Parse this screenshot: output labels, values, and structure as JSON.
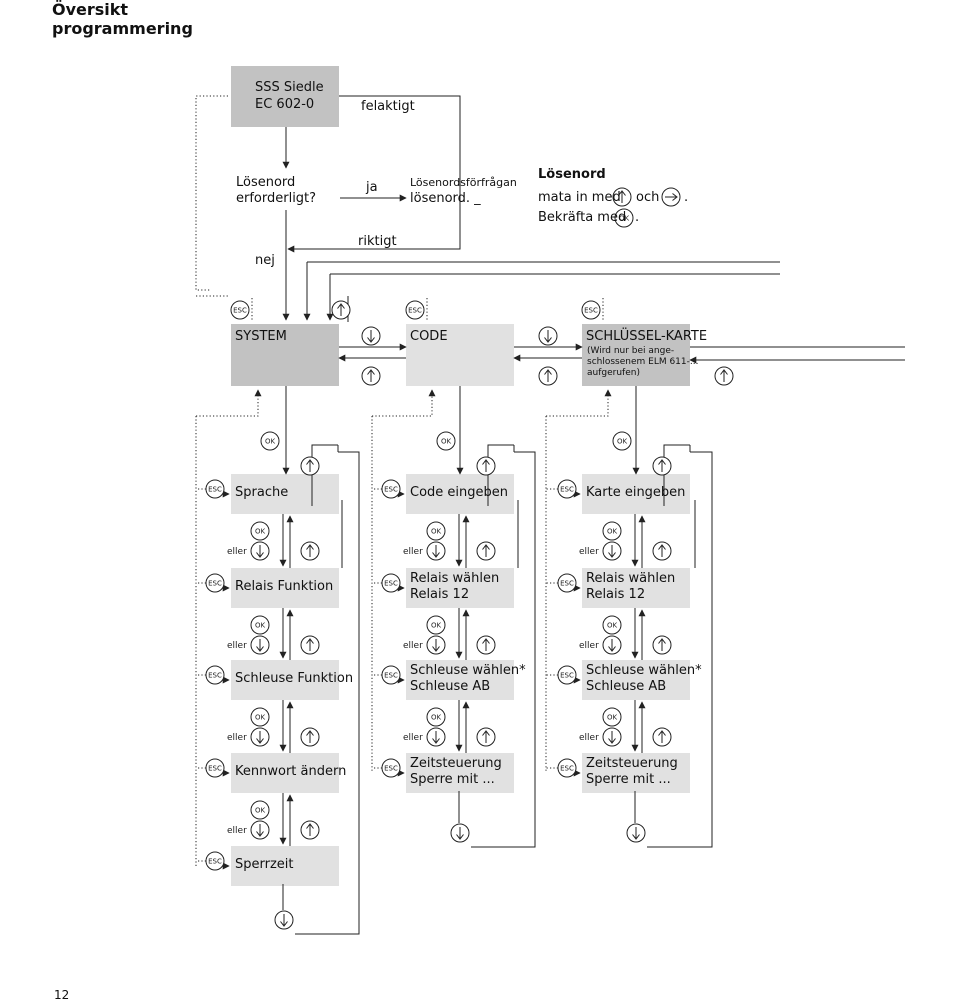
{
  "page": {
    "title_line1": "Översikt",
    "title_line2": "programmering",
    "page_number": "12"
  },
  "top": {
    "start_line1": "SSS Siedle",
    "start_line2": "EC 602-0",
    "felaktigt": "felaktigt",
    "question_line1": "Lösenord",
    "question_line2": "erforderligt?",
    "yes": "ja",
    "no": "nej",
    "correct": "riktigt",
    "request_line1": "Lösenordsförfrågan",
    "request_line2": "lösenord.  _",
    "info_title": "Lösenord",
    "info_line1_a": "mata in med",
    "info_line1_b": "och",
    "info_line1_c": ".",
    "info_line2_a": "Bekräfta med",
    "info_line2_b": "."
  },
  "menu": {
    "system": "SYSTEM",
    "code": "CODE",
    "karte": "SCHLÜSSEL-KARTE",
    "karte_note1": "(Wird nur bei ange-",
    "karte_note2": "schlossenem  ELM 611-...",
    "karte_note3": "aufgerufen)"
  },
  "columns": [
    {
      "items": [
        "Sprache",
        "Relais Funktion",
        "Schleuse Funktion",
        "Kennwort ändern",
        "Sperrzeit"
      ]
    },
    {
      "items": [
        "Code eingeben",
        "Relais wählen\nRelais 12",
        "Schleuse wählen*\nSchleuse AB",
        "Zeitsteuerung\nSperre mit ..."
      ]
    },
    {
      "items": [
        "Karte eingeben",
        "Relais wählen\nRelais 12",
        "Schleuse wählen*\nSchleuse AB",
        "Zeitsteuerung\nSperre mit ..."
      ]
    }
  ],
  "labels": {
    "ok": "OK",
    "esc": "ESC",
    "or": "eller"
  },
  "colors": {
    "box_dark": "#c2c2c2",
    "box_light": "#e1e1e1",
    "line": "#222222"
  }
}
